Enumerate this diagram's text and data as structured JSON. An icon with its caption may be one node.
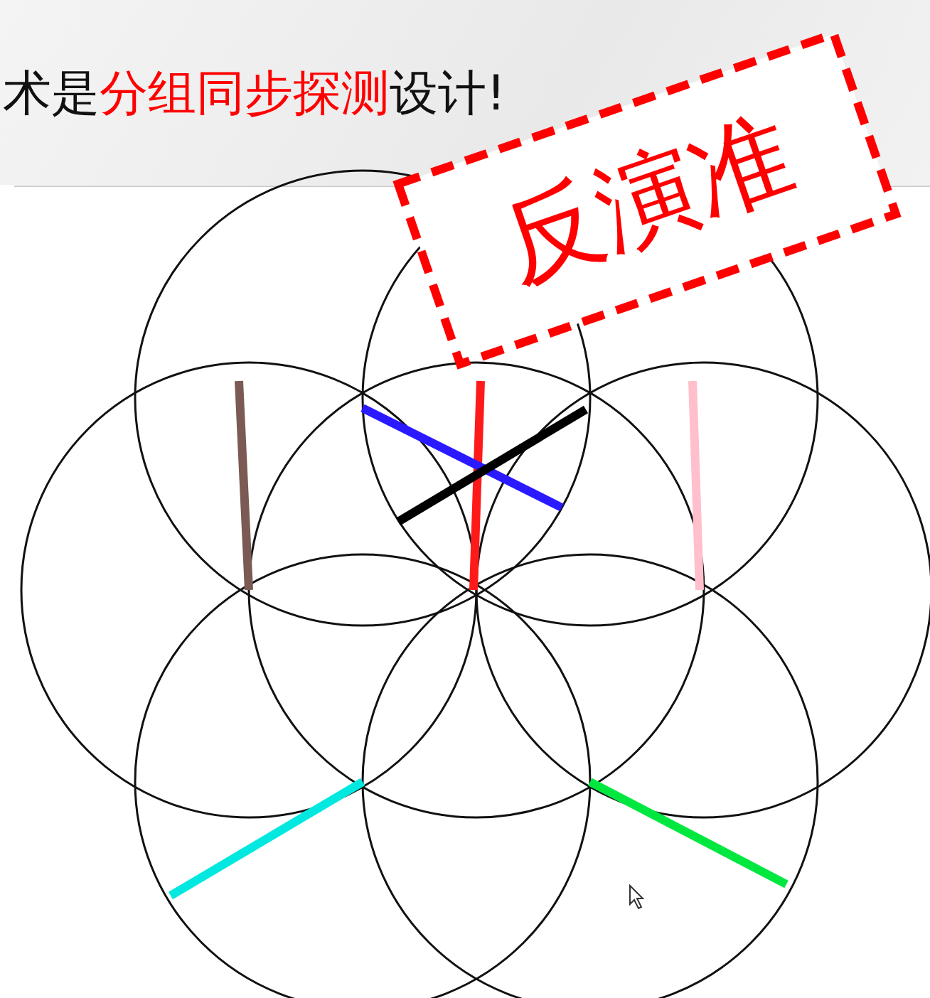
{
  "diagram": {
    "nodes": [
      {
        "text": [
          "反演准"
        ]
      }
    ],
    "labels": [
      "术是",
      "分组同步探测",
      "设计!"
    ]
  }
}
